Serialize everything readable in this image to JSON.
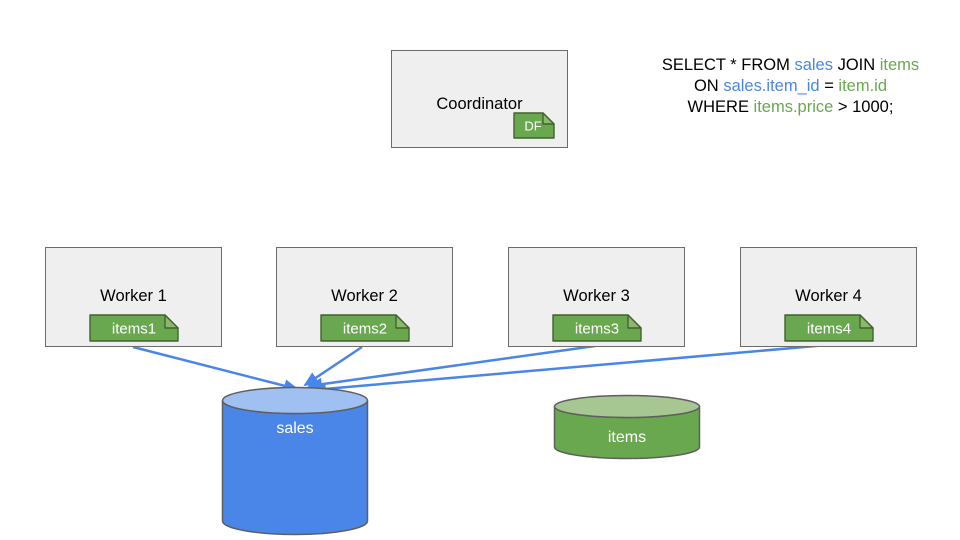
{
  "diagram": {
    "coordinator": {
      "label": "Coordinator",
      "tag": "DF"
    },
    "workers": [
      {
        "label": "Worker 1",
        "tag": "items1"
      },
      {
        "label": "Worker 2",
        "tag": "items2"
      },
      {
        "label": "Worker 3",
        "tag": "items3"
      },
      {
        "label": "Worker 4",
        "tag": "items4"
      }
    ],
    "databases": [
      {
        "label": "sales",
        "shape": "cylinder",
        "color": "#4a86e8"
      },
      {
        "label": "items",
        "shape": "cylinder",
        "color": "#6aa84f"
      }
    ],
    "edges": [
      {
        "from": "Worker 1",
        "to": "sales"
      },
      {
        "from": "Worker 2",
        "to": "sales"
      },
      {
        "from": "Worker 3",
        "to": "sales"
      },
      {
        "from": "Worker 4",
        "to": "sales"
      }
    ]
  },
  "query": {
    "l1": {
      "a": "SELECT * FROM ",
      "b": "sales",
      "c": " JOIN ",
      "d": "items"
    },
    "l2": {
      "a": "ON ",
      "b": "sales.item_id",
      "c": " = ",
      "d": "item.id"
    },
    "l3": {
      "a": "WHERE ",
      "b": "items.price",
      "c": " > 1000;"
    }
  },
  "colors": {
    "blue": "#4a86e8",
    "blue_light": "#9fc0f0",
    "green": "#6aa84f",
    "green_light": "#a7c792",
    "green_fold": "#8ab96d",
    "box_fill": "#efefef",
    "box_border": "#6b6b6b"
  }
}
